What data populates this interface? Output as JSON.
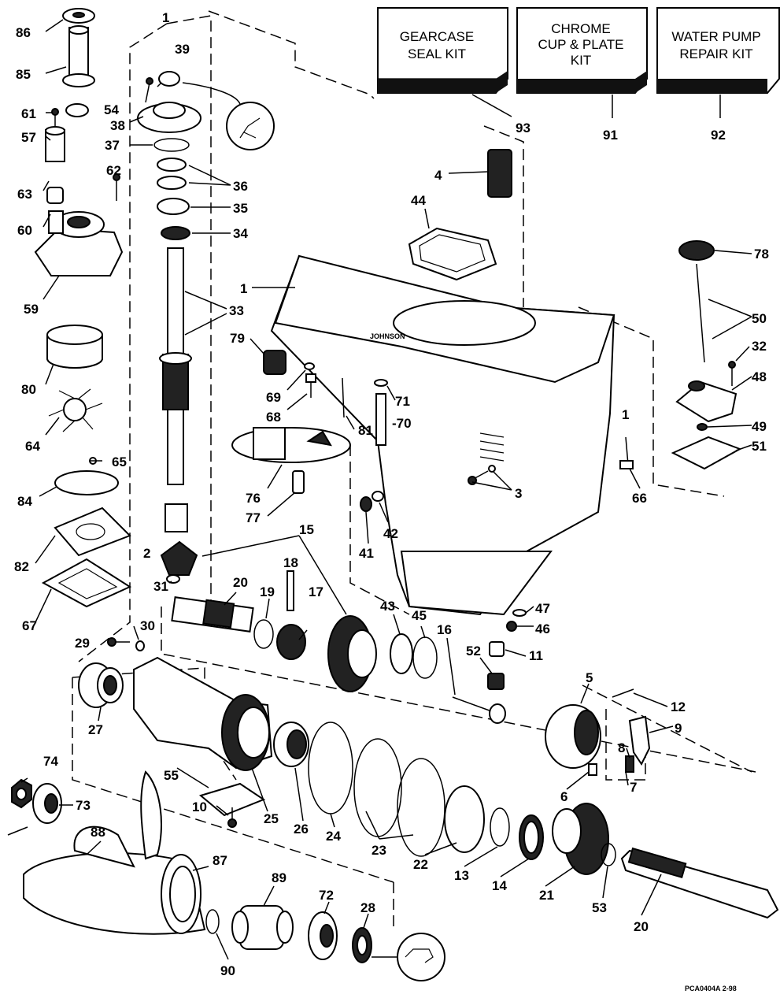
{
  "kits": [
    {
      "id": "seal-kit",
      "lines": [
        "GEARCASE",
        "SEAL KIT"
      ],
      "ref": "93"
    },
    {
      "id": "chrome-kit",
      "lines": [
        "CHROME",
        "CUP & PLATE",
        "KIT"
      ],
      "ref": "91"
    },
    {
      "id": "pump-kit",
      "lines": [
        "WATER PUMP",
        "REPAIR KIT"
      ],
      "ref": "92"
    }
  ],
  "part_labels": {
    "p86": "86",
    "p85": "85",
    "p61": "61",
    "p57": "57",
    "p63": "63",
    "p60": "60",
    "p59": "59",
    "p80": "80",
    "p64": "64",
    "p65": "65",
    "p84": "84",
    "p82": "82",
    "p67": "67",
    "p29": "29",
    "p30": "30",
    "p31": "31",
    "p2": "2",
    "p1top": "1",
    "p39": "39",
    "p54": "54",
    "p38": "38",
    "p37": "37",
    "p36": "36",
    "p35": "35",
    "p34": "34",
    "p62": "62",
    "p33": "33",
    "p1": "1",
    "p79": "79",
    "p69": "69",
    "p68": "68",
    "p81": "81",
    "p71": "71",
    "p70": "-70",
    "p76": "76",
    "p77": "77",
    "p15": "15",
    "p18": "18",
    "p20a": "20",
    "p19": "19",
    "p17": "17",
    "p43": "43",
    "p45": "45",
    "p16": "16",
    "p52": "52",
    "p11": "11",
    "p4": "4",
    "p44": "44",
    "p3": "3",
    "p41": "41",
    "p42": "42",
    "p47": "47",
    "p46": "46",
    "p78": "78",
    "p50": "50",
    "p32": "32",
    "p48": "48",
    "p49": "49",
    "p51": "51",
    "p66": "66",
    "p1r": "1",
    "p5": "5",
    "p12": "12",
    "p9": "9",
    "p8": "8",
    "p7": "7",
    "p6": "6",
    "p27": "27",
    "p55": "55",
    "p10": "10",
    "p25": "25",
    "p26": "26",
    "p24": "24",
    "p23": "23",
    "p22": "22",
    "p13": "13",
    "p14": "14",
    "p21": "21",
    "p53": "53",
    "p20b": "20",
    "p74": "74",
    "p73": "73",
    "p88": "88",
    "p87": "87",
    "p89": "89",
    "p72": "72",
    "p28": "28",
    "p90": "90"
  },
  "decal": "JOHNSON",
  "footer_code": "PCA0404A   2-98"
}
